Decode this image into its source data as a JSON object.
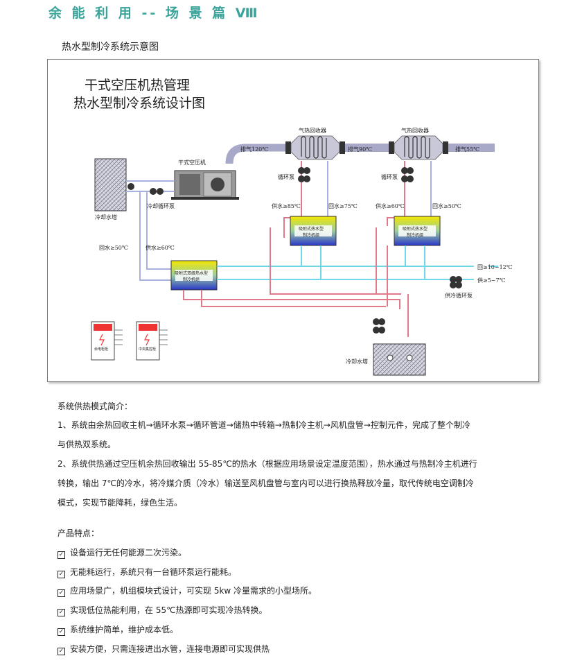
{
  "header": {
    "title": "余 能 利 用 -- 场 景 篇 Ⅷ"
  },
  "subtitle": "热水型制冷系统示意图",
  "diagram": {
    "title_line1": "干式空压机热管理",
    "title_line2": "热水型制冷系统设计图",
    "labels": {
      "recovery1": "气热回收器",
      "recovery2": "气热回收器",
      "exhaust120": "排气120℃",
      "exhaust90": "排气90℃",
      "exhaust55": "排气55℃",
      "compressor": "干式空压机",
      "cooling_tower_left": "冷却水塔",
      "cooling_pump": "冷却循环泵",
      "circ_pump1": "循环泵",
      "circ_pump2": "循环泵",
      "supply85": "供水≥85℃",
      "return75": "回水≥75℃",
      "supply60a": "供水≥60℃",
      "return50a": "回水≥50℃",
      "return50b": "回水≥50℃",
      "supply60b": "供水≥60℃",
      "chiller_main": "吸附式双级热水型\n制冷机组",
      "chiller_a": "吸附式热水型\n制冷机组",
      "chiller_b": "吸附式热水型\n制冷机组",
      "return10_12": "回≥10~12℃",
      "supply5_7": "供≥5~7℃",
      "chilled_pump": "供冷循环泵",
      "cooling_tower_bottom": "冷却水塔",
      "cabinet1": "余电柜柜",
      "cabinet2": "中央集控柜"
    }
  },
  "intro": {
    "heading": "系统供热模式简介：",
    "p1_line1": "1、系统由余热回收主机→循环水泵→循环管道→储热中转箱→热制冷主机→风机盘管→控制元件，完成了整个制冷",
    "p1_line2": "与供热双系统。",
    "p2_line1": "2、系统供热通过空压机余热回收输出 55-85℃的热水（根据应用场景设定温度范围），热水通过与热制冷主机进行",
    "p2_line2": "转换，输出 7℃的冷水，将冷媒介质（冷水）输送至风机盘管与室内可以进行换热释放冷量，取代传统电空调制冷",
    "p2_line3": "模式，实现节能降耗，绿色生活。"
  },
  "features": {
    "heading": "产品特点：",
    "items": [
      "设备运行无任何能源二次污染。",
      "无能耗运行，系统只有一台循环泵运行能耗。",
      "应用场景广，机组模块式设计，可实现 5kw 冷量需求的小型场所。",
      "实现低位热能利用，在 55℃热源即可实现冷热转换。",
      "系统维护简单，维护成本低。",
      "安装方便，只需连接进出水管，连接电源即可实现供热"
    ]
  },
  "colors": {
    "header": "#3aa39a",
    "hot_pipe": "#a8a8d8",
    "cold_pipe": "#6fd8e8",
    "return_pipe": "#e07a8a",
    "chiller_top": "#f2e600",
    "chiller_bottom": "#2a36c8"
  }
}
